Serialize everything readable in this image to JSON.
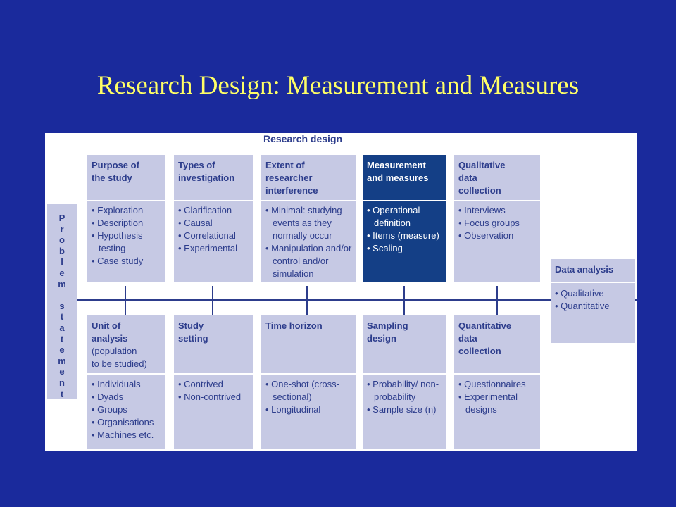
{
  "title": "Research Design: Measurement and Measures",
  "diagram": {
    "header": "Research design",
    "problem_statement": [
      "P",
      "r",
      "o",
      "b",
      "l",
      "e",
      "m",
      "",
      "s",
      "t",
      "a",
      "t",
      "e",
      "m",
      "e",
      "n",
      "t"
    ],
    "top": [
      {
        "title": [
          "Purpose of",
          "the study"
        ],
        "items": [
          "Exploration",
          "Description",
          "Hypothesis testing",
          "Case study"
        ]
      },
      {
        "title": [
          "Types of",
          "investigation"
        ],
        "items": [
          "Clarification",
          "Causal",
          "Correlational",
          "Experimental"
        ]
      },
      {
        "title": [
          "Extent of",
          "researcher",
          "interference"
        ],
        "items": [
          "Minimal: studying events as they normally occur",
          "Manipulation and/or control and/or simulation"
        ]
      },
      {
        "title": [
          "Measurement",
          "and measures"
        ],
        "items": [
          "Operational definition",
          "Items (measure)",
          "Scaling"
        ]
      },
      {
        "title": [
          "Qualitative",
          "data",
          "collection"
        ],
        "items": [
          "Interviews",
          "Focus groups",
          "Observation"
        ]
      }
    ],
    "bottom": [
      {
        "title": [
          "Unit of",
          "analysis"
        ],
        "subtitle": [
          "(population",
          "to be studied)"
        ],
        "items": [
          "Individuals",
          "Dyads",
          "Groups",
          "Organisations",
          "Machines etc."
        ]
      },
      {
        "title": [
          "Study",
          "setting"
        ],
        "subtitle": [],
        "items": [
          "Contrived",
          "Non-contrived"
        ]
      },
      {
        "title": [
          "Time horizon"
        ],
        "subtitle": [],
        "items": [
          "One-shot (cross-sectional)",
          "Longitudinal"
        ]
      },
      {
        "title": [
          "Sampling",
          "design"
        ],
        "subtitle": [],
        "items": [
          "Probability/ non-probability",
          "Sample size (n)"
        ]
      },
      {
        "title": [
          "Quantitative",
          "data",
          "collection"
        ],
        "subtitle": [],
        "items": [
          "Questionnaires",
          "Experimental designs"
        ]
      }
    ],
    "data_analysis": {
      "title": "Data analysis",
      "items": [
        "Qualitative",
        "Quantitative"
      ]
    }
  }
}
